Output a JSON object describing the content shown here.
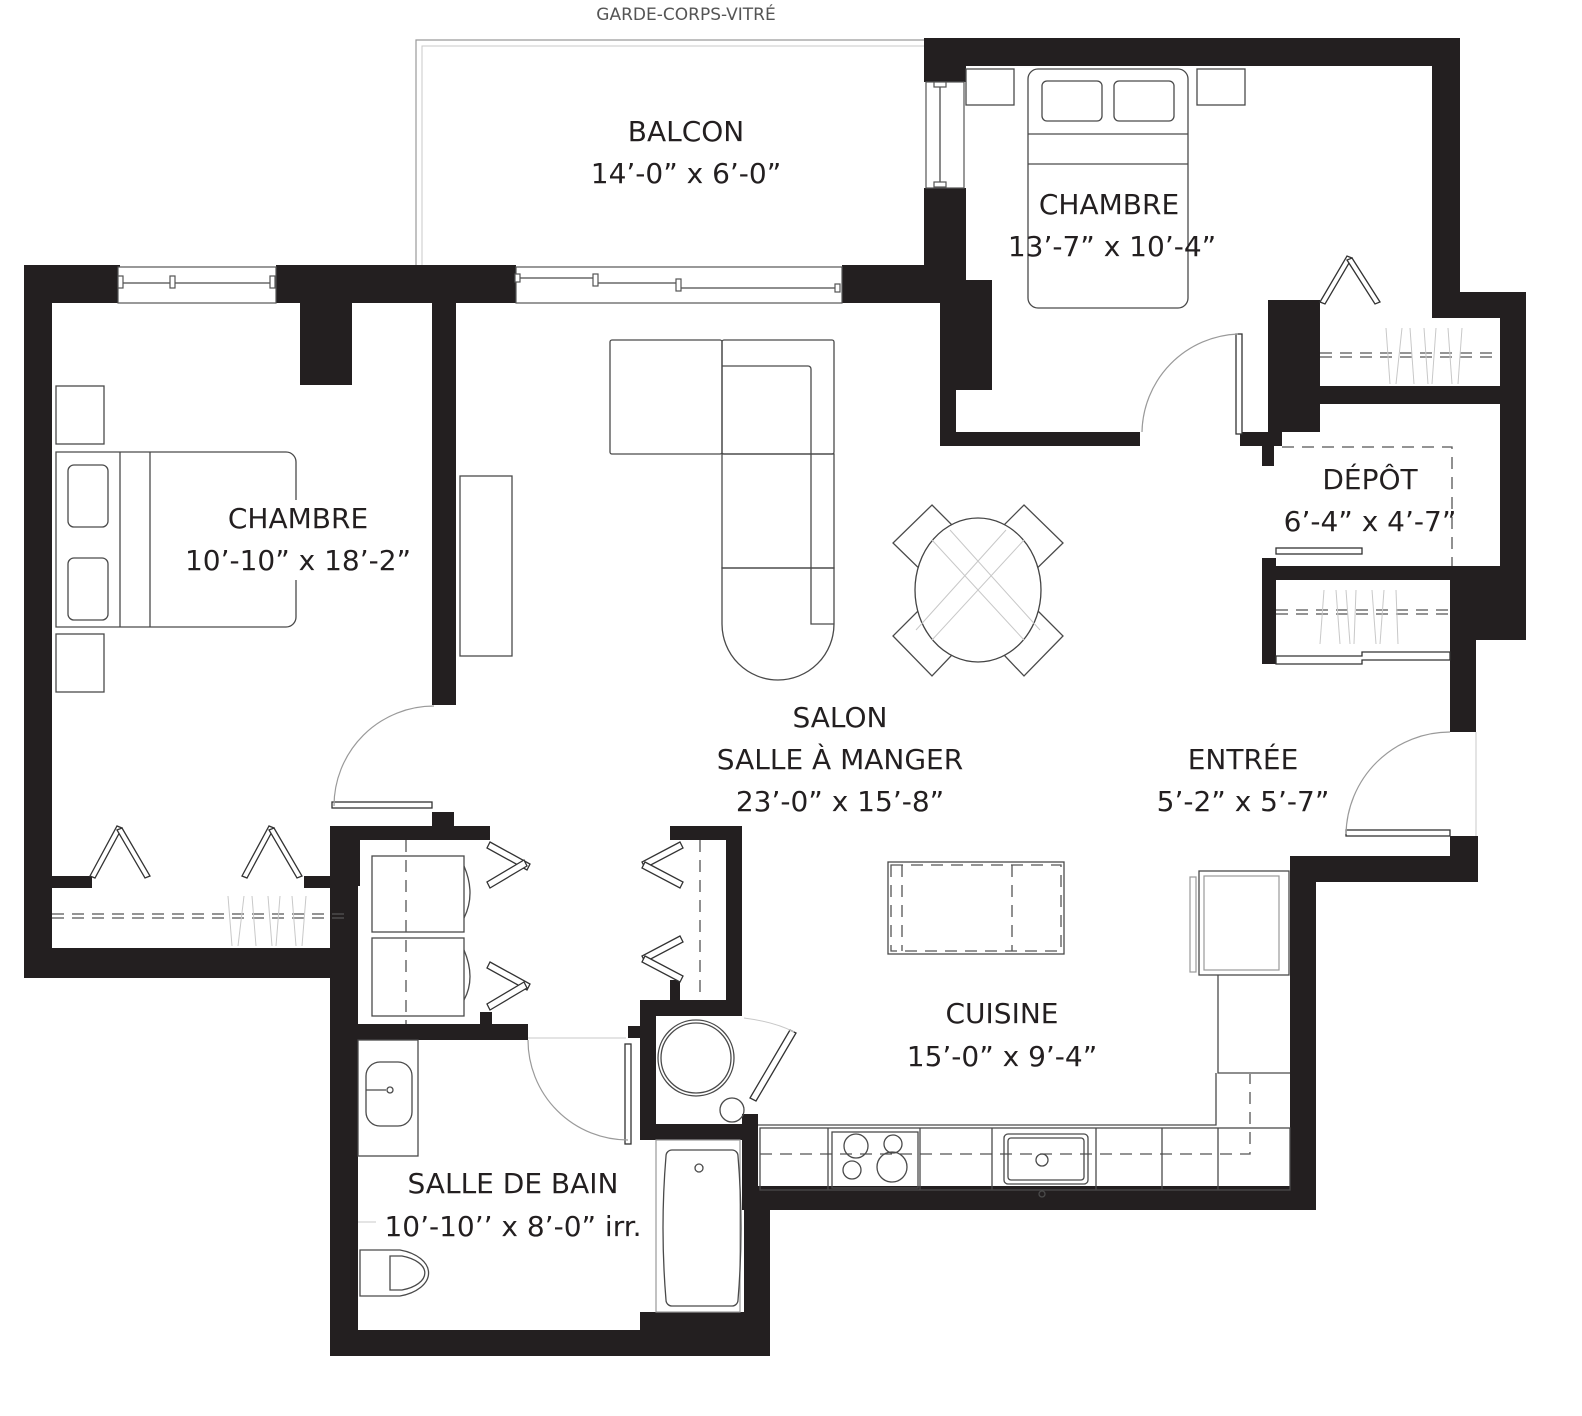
{
  "plan": {
    "top_annotation": "GARDE-CORPS-VITRÉ",
    "rooms": [
      {
        "id": "balcon",
        "name": "BALCON",
        "dims": "14’-0” x 6’-0”"
      },
      {
        "id": "chambre-1",
        "name": "CHAMBRE",
        "dims": "13’-7” x 10’-4”"
      },
      {
        "id": "chambre-2",
        "name": "CHAMBRE",
        "dims": "10’-10” x 18’-2”"
      },
      {
        "id": "depot",
        "name": "DÉPÔT",
        "dims": "6’-4” x 4’-7”"
      },
      {
        "id": "salon",
        "name": "SALON",
        "name2": "SALLE À MANGER",
        "dims": "23’-0” x 15’-8”"
      },
      {
        "id": "entree",
        "name": "ENTRÉE",
        "dims": "5’-2” x 5’-7”"
      },
      {
        "id": "cuisine",
        "name": "CUISINE",
        "dims": "15’-0” x 9’-4”"
      },
      {
        "id": "salle-de-bain",
        "name": "SALLE DE BAIN",
        "dims": "10’-10’’ x 8’-0” irr."
      }
    ]
  },
  "colors": {
    "wall": "#231f20",
    "background": "#ffffff"
  }
}
